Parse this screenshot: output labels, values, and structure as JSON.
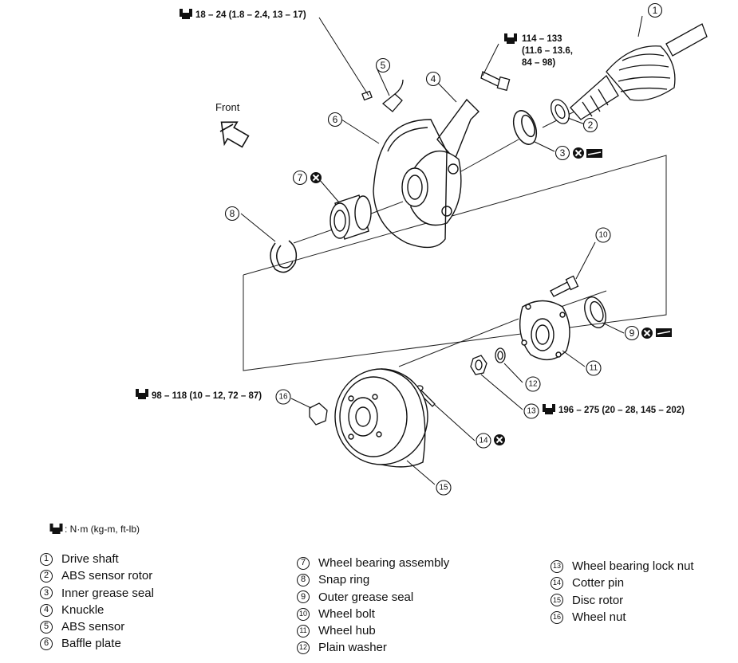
{
  "front_label": "Front",
  "torque_specs": {
    "abs_sensor_bolt": "18 – 24 (1.8 – 2.4, 13 – 17)",
    "knuckle_bolt_line1": "114 – 133",
    "knuckle_bolt_line2": "(11.6 – 13.6,",
    "knuckle_bolt_line3": "84 – 98)",
    "wheel_nut": "98 – 118 (10 – 12, 72 – 87)",
    "lock_nut": "196 – 275 (20 – 28, 145 – 202)"
  },
  "unit_note": ": N·m (kg-m, ft-lb)",
  "callouts": {
    "c1": "1",
    "c2": "2",
    "c3": "3",
    "c4": "4",
    "c5": "5",
    "c6": "6",
    "c7": "7",
    "c8": "8",
    "c9": "9",
    "c10": "10",
    "c11": "11",
    "c12": "12",
    "c13": "13",
    "c14": "14",
    "c15": "15",
    "c16": "16"
  },
  "legend": {
    "col1": [
      {
        "num": "1",
        "label": "Drive shaft"
      },
      {
        "num": "2",
        "label": "ABS sensor rotor"
      },
      {
        "num": "3",
        "label": "Inner grease seal"
      },
      {
        "num": "4",
        "label": "Knuckle"
      },
      {
        "num": "5",
        "label": "ABS sensor"
      },
      {
        "num": "6",
        "label": "Baffle plate"
      }
    ],
    "col2": [
      {
        "num": "7",
        "label": "Wheel bearing assembly"
      },
      {
        "num": "8",
        "label": "Snap ring"
      },
      {
        "num": "9",
        "label": "Outer grease seal"
      },
      {
        "num": "10",
        "label": "Wheel bolt"
      },
      {
        "num": "11",
        "label": "Wheel hub"
      },
      {
        "num": "12",
        "label": "Plain washer"
      }
    ],
    "col3": [
      {
        "num": "13",
        "label": "Wheel bearing lock nut"
      },
      {
        "num": "14",
        "label": "Cotter pin"
      },
      {
        "num": "15",
        "label": "Disc rotor"
      },
      {
        "num": "16",
        "label": "Wheel nut"
      }
    ]
  }
}
